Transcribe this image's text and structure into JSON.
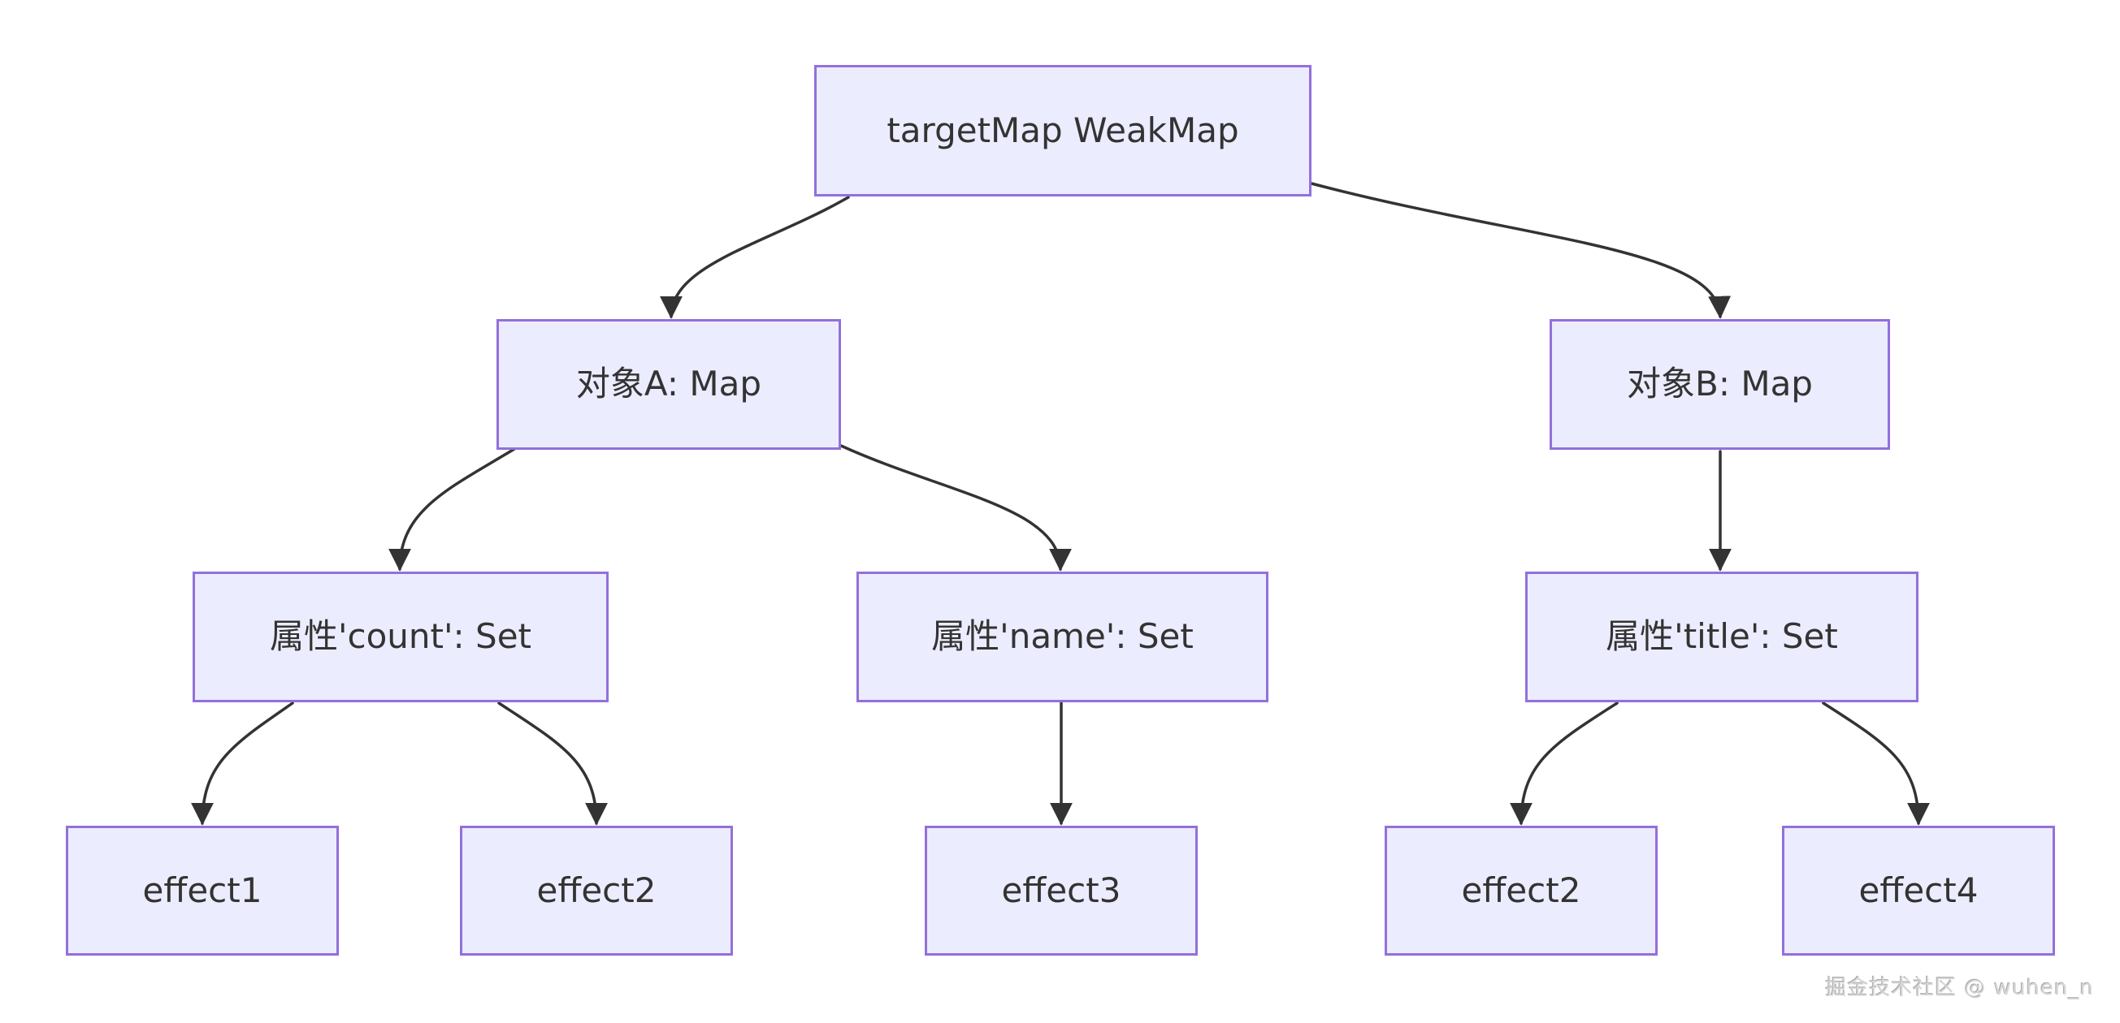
{
  "diagram": {
    "type": "flowchart",
    "direction": "top-down",
    "colors": {
      "node_fill": "#ECECFF",
      "node_border": "#9370DB",
      "edge": "#333333",
      "text": "#333333",
      "background": "#FFFFFF"
    },
    "nodes": {
      "root": {
        "label": "targetMap WeakMap"
      },
      "objA": {
        "label": "对象A: Map"
      },
      "objB": {
        "label": "对象B: Map"
      },
      "propCount": {
        "label": "属性'count': Set"
      },
      "propName": {
        "label": "属性'name': Set"
      },
      "propTitle": {
        "label": "属性'title': Set"
      },
      "effect1": {
        "label": "effect1"
      },
      "effect2a": {
        "label": "effect2"
      },
      "effect3": {
        "label": "effect3"
      },
      "effect2b": {
        "label": "effect2"
      },
      "effect4": {
        "label": "effect4"
      }
    },
    "edges": [
      {
        "from": "root",
        "to": "objA"
      },
      {
        "from": "root",
        "to": "objB"
      },
      {
        "from": "objA",
        "to": "propCount"
      },
      {
        "from": "objA",
        "to": "propName"
      },
      {
        "from": "objB",
        "to": "propTitle"
      },
      {
        "from": "propCount",
        "to": "effect1"
      },
      {
        "from": "propCount",
        "to": "effect2a"
      },
      {
        "from": "propName",
        "to": "effect3"
      },
      {
        "from": "propTitle",
        "to": "effect2b"
      },
      {
        "from": "propTitle",
        "to": "effect4"
      }
    ]
  },
  "watermark": {
    "text": "掘金技术社区 @ wuhen_n"
  }
}
